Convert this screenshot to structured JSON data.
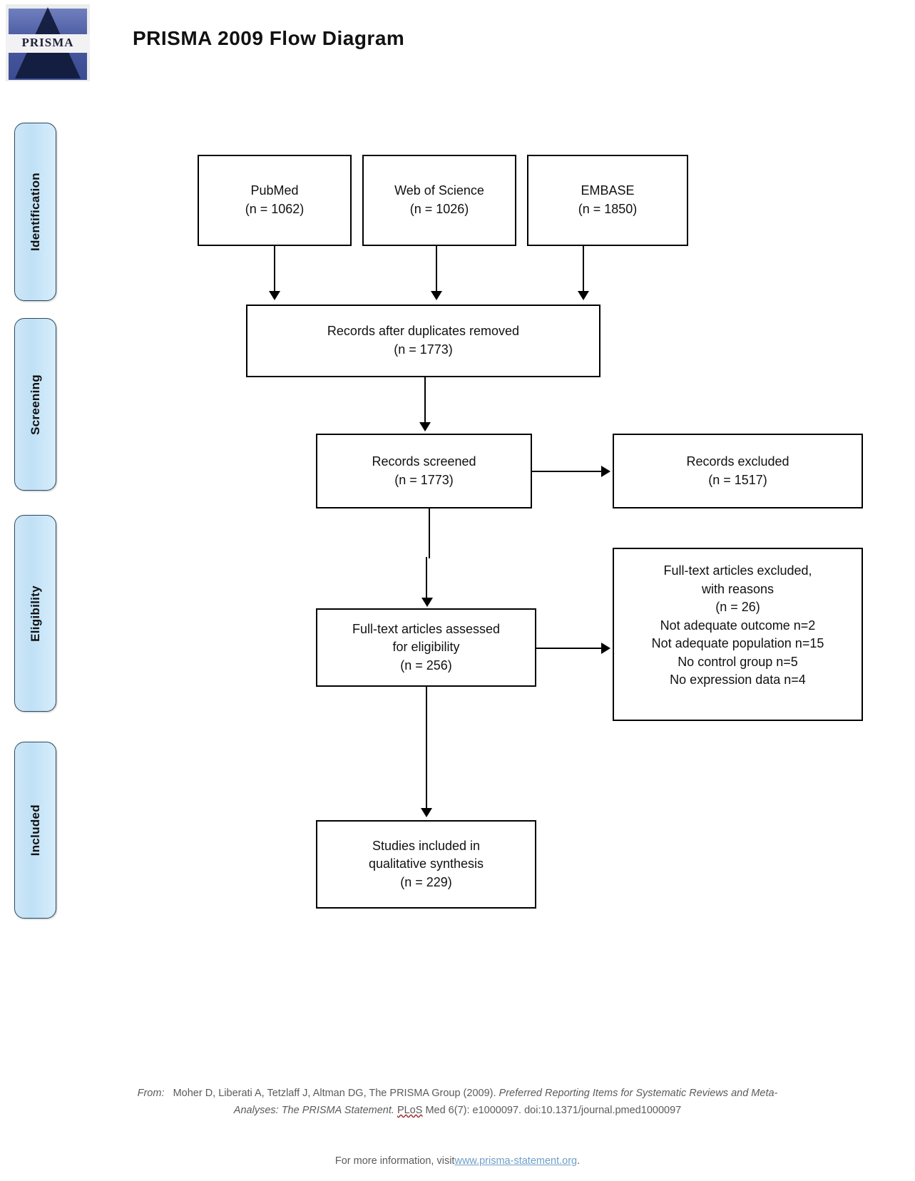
{
  "header": {
    "title": "PRISMA 2009 Flow Diagram",
    "logo_text": "PRISMA",
    "logo_name": "prisma-logo"
  },
  "phases": [
    {
      "key": "identification",
      "label": "Identification"
    },
    {
      "key": "screening",
      "label": "Screening"
    },
    {
      "key": "eligibility",
      "label": "Eligibility"
    },
    {
      "key": "included",
      "label": "Included"
    }
  ],
  "sources": [
    {
      "name": "PubMed",
      "count_label": "(n = 1062)",
      "n": 1062
    },
    {
      "name": "Web of Science",
      "count_label": "(n = 1026)",
      "n": 1026
    },
    {
      "name": "EMBASE",
      "count_label": "(n = 1850)",
      "n": 1850
    }
  ],
  "boxes": {
    "duplicates_removed": {
      "line1": "Records after duplicates removed",
      "line2": "(n = 1773)",
      "n": 1773
    },
    "records_screened": {
      "line1": "Records screened",
      "line2": "(n = 1773)",
      "n": 1773
    },
    "records_excluded": {
      "line1": "Records excluded",
      "line2": "(n = 1517)",
      "n": 1517
    },
    "fulltext_assessed": {
      "line1": "Full-text articles assessed",
      "line2": "for eligibility",
      "line3": "(n = 256)",
      "n": 256
    },
    "fulltext_excluded": {
      "line1": "Full-text articles excluded,",
      "line2": "with reasons",
      "line3": "(n = 26)",
      "n": 26,
      "reasons": [
        "Not adequate outcome n=2",
        "Not adequate population n=15",
        "No control group n=5",
        "No expression data n=4"
      ]
    },
    "studies_included": {
      "line1": "Studies included in",
      "line2": "qualitative synthesis",
      "line3": "(n = 229)",
      "n": 229
    }
  },
  "footer": {
    "from_label": "From:",
    "citation_line1_a": "Moher D, Liberati A, Tetzlaff J, Altman DG, The PRISMA Group (2009). ",
    "citation_line1_b": "Preferred Reporting Items for Systematic Reviews and Meta-",
    "citation_line2_a": "Analyses: The PRISMA Statement. ",
    "citation_line2_b": "PLoS",
    "citation_line2_c": " Med 6(7): e1000097. doi:10.1371/journal.pmed1000097",
    "more_info_text": "For more information, visit",
    "link_text": "www.prisma-statement.org",
    "link_suffix": "."
  },
  "colors": {
    "tab_fill": "#c6e4f7",
    "tab_border": "#2e4a63",
    "box_border": "#000000",
    "link": "#6f9ec9",
    "footer_text": "#5b5b5b"
  }
}
